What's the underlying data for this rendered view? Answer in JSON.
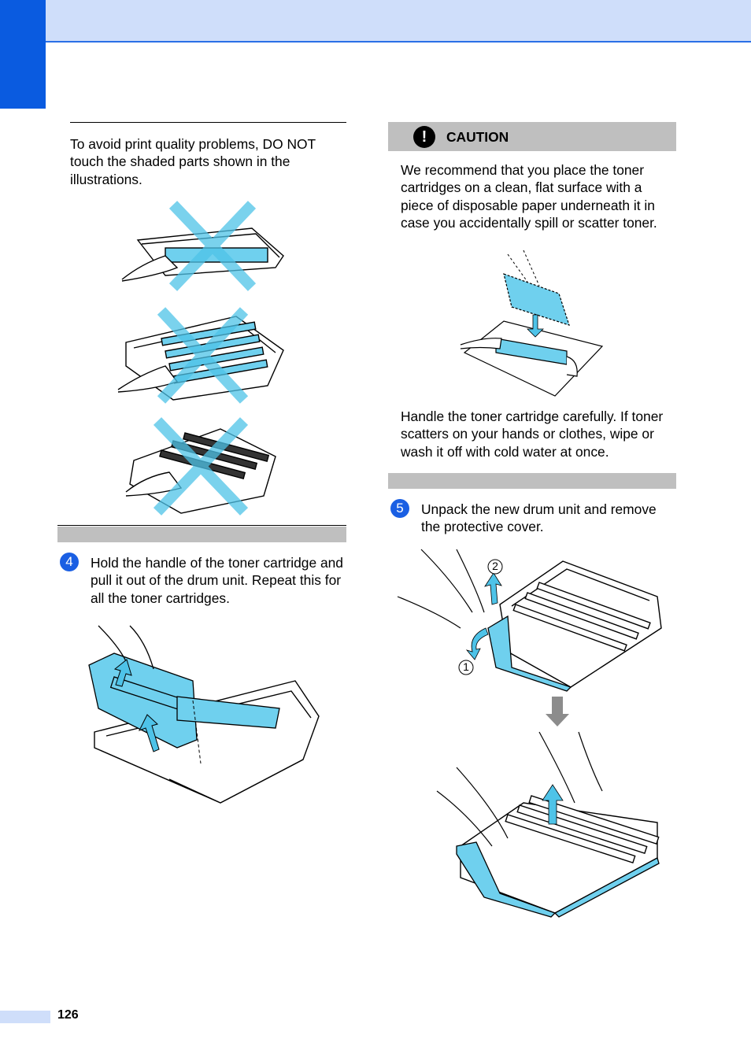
{
  "left": {
    "note_text": "To avoid print quality problems, DO NOT touch the shaded parts shown in the illustrations.",
    "step4": {
      "number": "4",
      "text": "Hold the handle of the toner cartridge and pull it out of the drum unit. Repeat this for all the toner cartridges."
    }
  },
  "right": {
    "caution": {
      "icon_glyph": "!",
      "label": "CAUTION",
      "text1": "We recommend that you place the toner cartridges on a clean, flat surface with a piece of disposable paper underneath it in case you accidentally spill or scatter toner.",
      "text2": "Handle the toner cartridge carefully. If toner scatters on your hands or clothes, wipe or wash it off with cold water at once."
    },
    "step5": {
      "number": "5",
      "text": "Unpack the new drum unit and remove the protective cover.",
      "callout1": "1",
      "callout2": "2"
    }
  },
  "footer": {
    "page_number": "126"
  },
  "colors": {
    "accent_blue": "#0a5be0",
    "light_blue": "#cfdefa",
    "cyan": "#4ec3e8",
    "gray_bar": "#bfbfbf"
  }
}
